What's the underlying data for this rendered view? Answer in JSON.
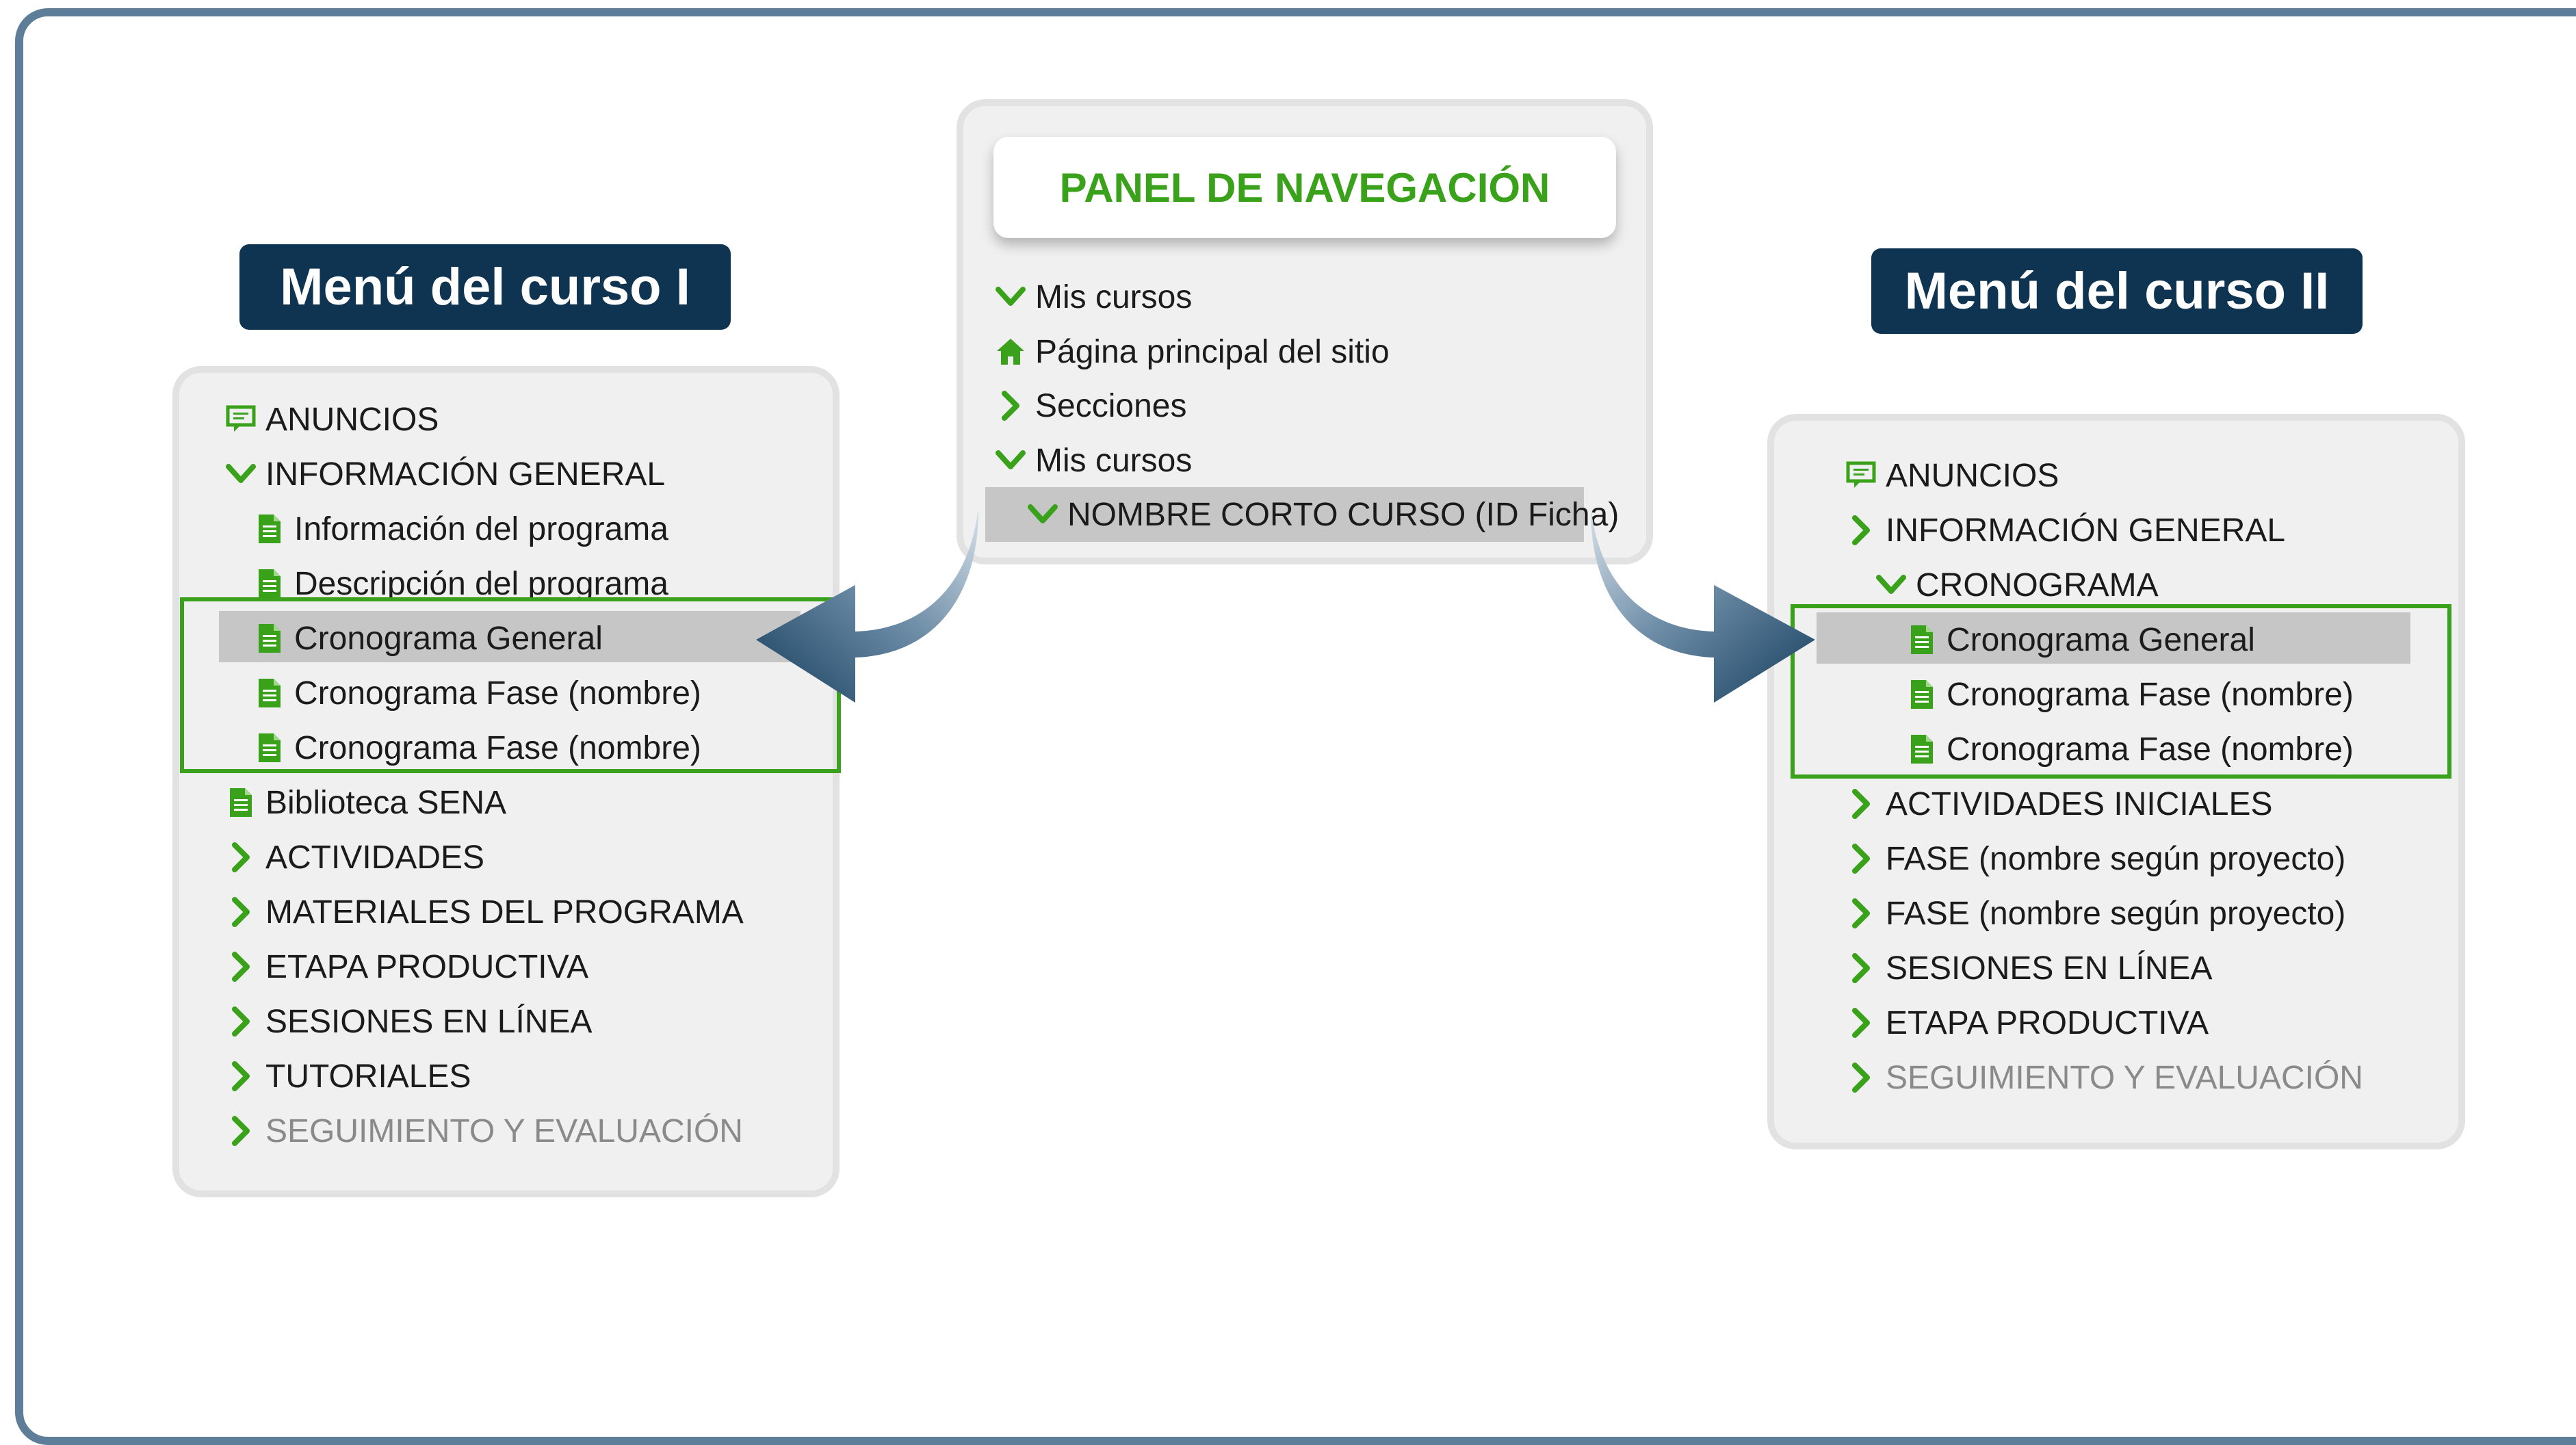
{
  "colors": {
    "green": "#3aa21a",
    "navy": "#0f3451",
    "highlight": "#c6c6c6",
    "panel_bg": "#f0f0f0",
    "arrow": "#1e4f72"
  },
  "left_menu": {
    "title": "Menú del curso I",
    "items": [
      {
        "icon": "announcement-icon",
        "label": "ANUNCIOS"
      },
      {
        "icon": "chevron-down-icon",
        "label": "INFORMACIÓN GENERAL"
      },
      {
        "icon": "document-icon",
        "label": "Información del programa"
      },
      {
        "icon": "document-icon",
        "label": "Descripción del programa"
      },
      {
        "icon": "document-icon",
        "label": "Cronograma General"
      },
      {
        "icon": "document-icon",
        "label": "Cronograma Fase (nombre)"
      },
      {
        "icon": "document-icon",
        "label": "Cronograma Fase (nombre)"
      },
      {
        "icon": "document-icon",
        "label": "Biblioteca SENA"
      },
      {
        "icon": "chevron-right-icon",
        "label": "ACTIVIDADES"
      },
      {
        "icon": "chevron-right-icon",
        "label": "MATERIALES DEL PROGRAMA"
      },
      {
        "icon": "chevron-right-icon",
        "label": "ETAPA PRODUCTIVA"
      },
      {
        "icon": "chevron-right-icon",
        "label": "SESIONES EN LÍNEA"
      },
      {
        "icon": "chevron-right-icon",
        "label": "TUTORIALES"
      },
      {
        "icon": "chevron-right-icon",
        "label": "SEGUIMIENTO Y EVALUACIÓN"
      }
    ]
  },
  "nav_panel": {
    "title": "PANEL DE NAVEGACIÓN",
    "items": [
      {
        "icon": "chevron-down-icon",
        "label": "Mis cursos"
      },
      {
        "icon": "home-icon",
        "label": "Página principal del sitio"
      },
      {
        "icon": "chevron-right-icon",
        "label": "Secciones"
      },
      {
        "icon": "chevron-down-icon",
        "label": "Mis cursos"
      },
      {
        "icon": "chevron-down-icon",
        "label": "NOMBRE CORTO CURSO (ID Ficha)"
      }
    ]
  },
  "right_menu": {
    "title": "Menú del curso II",
    "items": [
      {
        "icon": "announcement-icon",
        "label": "ANUNCIOS"
      },
      {
        "icon": "chevron-right-icon",
        "label": "INFORMACIÓN GENERAL"
      },
      {
        "icon": "chevron-down-icon",
        "label": "CRONOGRAMA"
      },
      {
        "icon": "document-icon",
        "label": "Cronograma General"
      },
      {
        "icon": "document-icon",
        "label": "Cronograma Fase (nombre)"
      },
      {
        "icon": "document-icon",
        "label": "Cronograma Fase (nombre)"
      },
      {
        "icon": "chevron-right-icon",
        "label": "ACTIVIDADES INICIALES"
      },
      {
        "icon": "chevron-right-icon",
        "label": "FASE (nombre según proyecto)"
      },
      {
        "icon": "chevron-right-icon",
        "label": "FASE (nombre según proyecto)"
      },
      {
        "icon": "chevron-right-icon",
        "label": "SESIONES EN LÍNEA"
      },
      {
        "icon": "chevron-right-icon",
        "label": "ETAPA PRODUCTIVA"
      },
      {
        "icon": "chevron-right-icon",
        "label": "SEGUIMIENTO Y EVALUACIÓN"
      }
    ]
  }
}
